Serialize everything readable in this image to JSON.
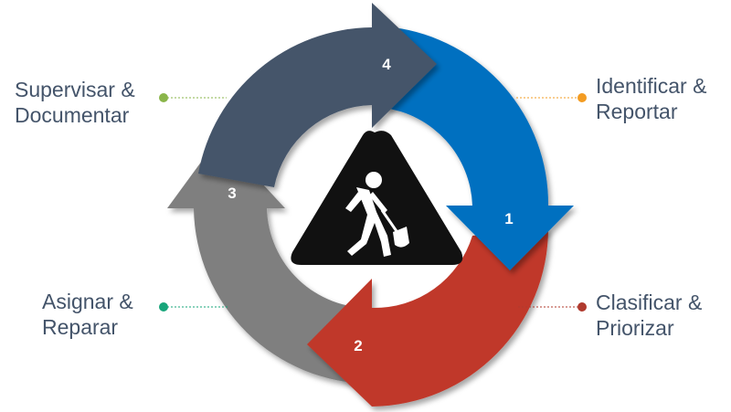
{
  "steps": [
    {
      "number": "1",
      "label": "Identificar &\nReportar",
      "color": "#0070c0",
      "dot_color": "#f39c23"
    },
    {
      "number": "2",
      "label": "Clasificar &\nPriorizar",
      "color": "#c0392b",
      "dot_color": "#b03a2e"
    },
    {
      "number": "3",
      "label": "Asignar &\nReparar",
      "color": "#7f7f7f",
      "dot_color": "#17a57a"
    },
    {
      "number": "4",
      "label": "Supervisar &\nDocumentar",
      "color": "#44546a",
      "dot_color": "#8ab54a"
    }
  ],
  "center_icon": "construction-worker-sign-icon"
}
